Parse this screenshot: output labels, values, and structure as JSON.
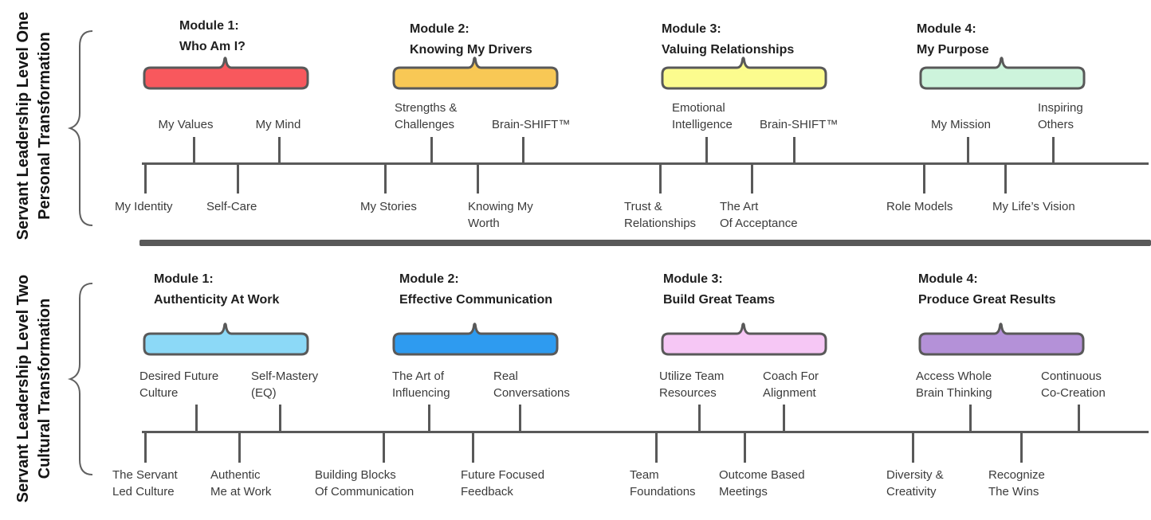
{
  "levels": [
    {
      "heading_line1": "Servant Leadership Level One",
      "heading_line2": "Personal Transformation",
      "modules": [
        {
          "label": "Module 1:",
          "name": "Who Am I?",
          "color": "#F8585D",
          "above": [
            "My Values",
            "My Mind"
          ],
          "below": [
            "My Identity",
            "Self-Care"
          ]
        },
        {
          "label": "Module 2:",
          "name": "Knowing My Drivers",
          "color": "#F8C855",
          "above": [
            "Strengths &\nChallenges",
            "Brain-SHIFT™"
          ],
          "below": [
            "My Stories",
            "Knowing My\nWorth"
          ]
        },
        {
          "label": "Module 3:",
          "name": "Valuing Relationships",
          "color": "#FCFC8E",
          "above": [
            "Emotional\nIntelligence",
            "Brain-SHIFT™"
          ],
          "below": [
            "Trust &\nRelationships",
            "The Art\nOf Acceptance"
          ]
        },
        {
          "label": "Module 4:",
          "name": "My Purpose",
          "color": "#CDF4DC",
          "above": [
            "My Mission",
            "Inspiring\nOthers"
          ],
          "below": [
            "Role Models",
            "My Life’s Vision"
          ]
        }
      ]
    },
    {
      "heading_line1": "Servant Leadership Level Two",
      "heading_line2": "Cultural Transformation",
      "modules": [
        {
          "label": "Module 1:",
          "name": "Authenticity At Work",
          "color": "#8CD9F7",
          "above": [
            "Desired Future\nCulture",
            "Self-Mastery\n(EQ)"
          ],
          "below": [
            "The Servant\nLed Culture",
            "Authentic\nMe at Work"
          ]
        },
        {
          "label": "Module 2:",
          "name": "Effective Communication",
          "color": "#2E9BF0",
          "above": [
            "The Art of\nInfluencing",
            "Real\nConversations"
          ],
          "below": [
            "Building Blocks\nOf Communication",
            "Future Focused\nFeedback"
          ]
        },
        {
          "label": "Module 3:",
          "name": "Build Great Teams",
          "color": "#F6C7F5",
          "above": [
            "Utilize Team\nResources",
            "Coach For\nAlignment"
          ],
          "below": [
            "Team\nFoundations",
            "Outcome Based\nMeetings"
          ]
        },
        {
          "label": "Module 4:",
          "name": "Produce Great Results",
          "color": "#B491D8",
          "above": [
            "Access Whole\nBrain Thinking",
            "Continuous\nCo-Creation"
          ],
          "below": [
            "Diversity &\nCreativity",
            "Recognize\nThe Wins"
          ]
        }
      ]
    }
  ],
  "colors": {
    "outline": "#595959",
    "timeline": "#595959",
    "divider": "#595959",
    "heading_text": "#141414",
    "label_text": "#3b3b3b"
  }
}
